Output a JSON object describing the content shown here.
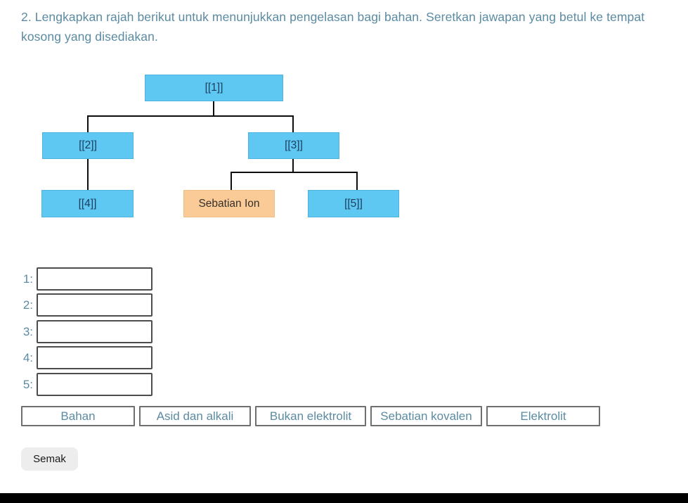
{
  "question": {
    "text": "2. Lengkapkan rajah berikut untuk menunjukkan pengelasan bagi bahan. Seretkan jawapan yang betul ke tempat kosong yang disediakan."
  },
  "diagram": {
    "root": {
      "label": "[[1]]"
    },
    "level2": [
      {
        "label": "[[2]]"
      },
      {
        "label": "[[3]]"
      }
    ],
    "level3": [
      {
        "label": "[[4]]"
      },
      {
        "label": "Sebatian Ion"
      },
      {
        "label": "[[5]]"
      }
    ]
  },
  "blanks": [
    {
      "label": "1:",
      "value": ""
    },
    {
      "label": "2:",
      "value": ""
    },
    {
      "label": "3:",
      "value": ""
    },
    {
      "label": "4:",
      "value": ""
    },
    {
      "label": "5:",
      "value": ""
    }
  ],
  "options": [
    "Bahan",
    "Asid dan alkali",
    "Bukan elektrolit",
    "Sebatian kovalen",
    "Elektrolit"
  ],
  "check_button": {
    "label": "Semak"
  },
  "colors": {
    "accent_text": "#5b8ba2",
    "node_blue": "#5ec8f2",
    "node_orange": "#fbcb97",
    "node_text": "#1c3c5e",
    "line": "#0d0d0d"
  }
}
